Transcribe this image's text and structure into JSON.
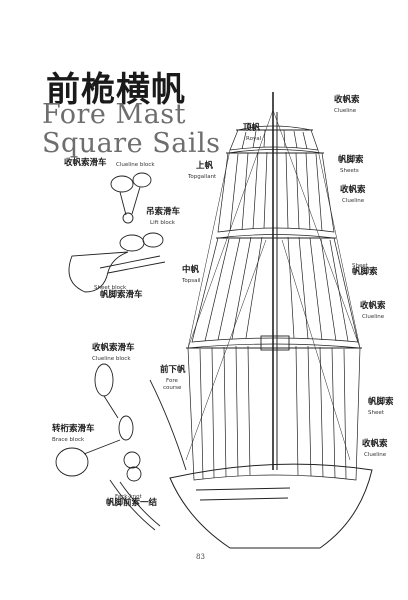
{
  "title": {
    "chinese": "前桅横帆",
    "english_line1": "Fore Mast",
    "english_line2": "Square Sails"
  },
  "labels": {
    "royal_cn": "顶帆",
    "royal_en": "Royal",
    "topgallant_cn": "上帆",
    "topgallant_en": "Topgallant",
    "topsail_cn": "中帆",
    "topsail_en": "Topsail",
    "course_cn": "前下帆",
    "course_en1": "Fore",
    "course_en2": "course",
    "clueline_top_cn": "收帆索",
    "clueline_top_en": "Clueline",
    "sheets_cn": "帆脚索",
    "sheets_en": "Sheets",
    "clueline2_cn": "收帆索",
    "clueline2_en": "Clueline",
    "sheet_mid_en": "Sheet",
    "sheet_mid_cn": "帆脚索",
    "clueline3_cn": "收帆索",
    "clueline3_en": "Clueline",
    "sheet_low_cn": "帆脚索",
    "sheet_low_en": "Sheet",
    "clueline4_cn": "收帆索",
    "clueline4_en": "Clueline",
    "clueline_block_cn": "收帆索滑车",
    "clueline_block_en": "Clueline block",
    "lift_block_cn": "吊索滑车",
    "lift_block_en": "Lift block",
    "sheet_block_en": "Sheet block",
    "sheet_block_cn": "帆脚索滑车",
    "clueline_block2_cn": "收帆索滑车",
    "clueline_block2_en": "Clueline block",
    "brace_block_cn": "转桁索滑车",
    "brace_block_en": "Brace block",
    "feck_knot_en": "Feck-knot",
    "feck_knot_cn": "帆脚前索一结"
  },
  "page_number": "83"
}
